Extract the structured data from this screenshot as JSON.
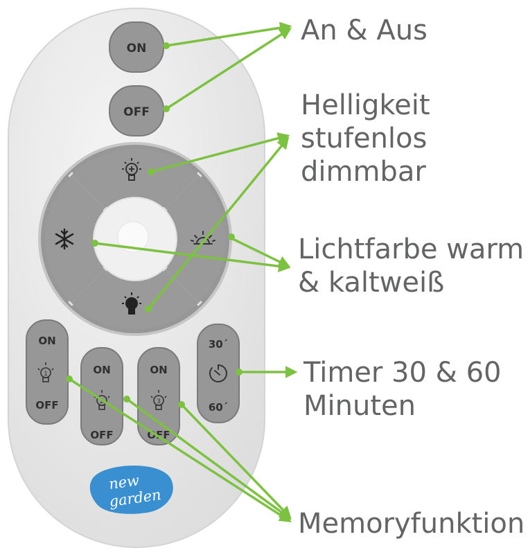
{
  "remote": {
    "power_on_label": "ON",
    "power_off_label": "OFF",
    "memory": [
      {
        "on_label": "ON",
        "off_label": "OFF",
        "number": "1"
      },
      {
        "on_label": "ON",
        "off_label": "OFF",
        "number": "2"
      },
      {
        "on_label": "ON",
        "off_label": "OFF",
        "number": "3"
      }
    ],
    "timer": {
      "top_label": "30´",
      "bottom_label": "60´"
    },
    "brand_line1": "new",
    "brand_line2": "garden"
  },
  "callouts": {
    "on_off": [
      "An & Aus"
    ],
    "brightness": [
      "Helligkeit",
      "stufenlos",
      "dimmbar"
    ],
    "color_temp": [
      "Lichtfarbe warm",
      "& kaltweiß"
    ],
    "timer": [
      "Timer 30 & 60",
      "Minuten"
    ],
    "memory": [
      "Memoryfunktion"
    ]
  },
  "colors": {
    "arrow": "#7dc142",
    "remote_body": "#ececec",
    "button_gray": "#979797",
    "brand_blue": "#3a8fd1",
    "text_gray": "#636466"
  }
}
